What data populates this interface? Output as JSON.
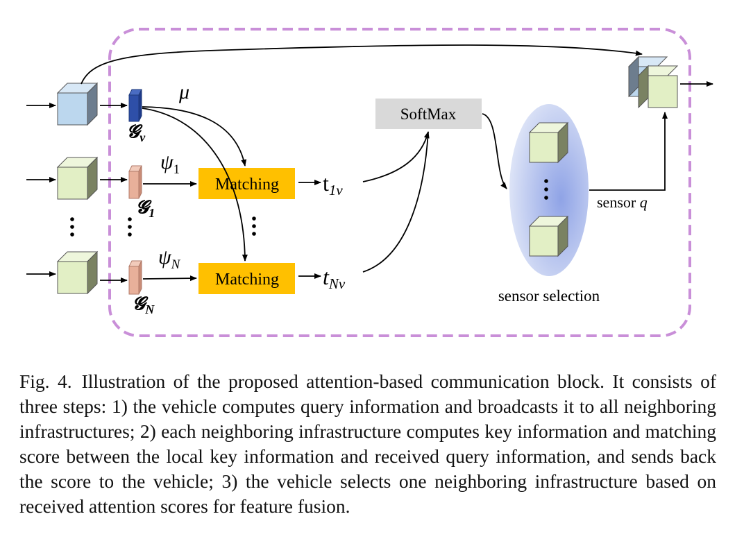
{
  "diagram": {
    "softmax_label": "SoftMax",
    "matching_top_label": "Matching",
    "matching_bottom_label": "Matching",
    "mu_label": "μ",
    "psi1_label": "ψ",
    "psi1_sub": "1",
    "psiN_label": "ψ",
    "psiN_sub": "N",
    "g_v_label": "𝓖",
    "g_v_sub": "v",
    "g_1_label": "𝓖",
    "g_1_sub": "1",
    "g_N_label": "𝓖",
    "g_N_sub": "N",
    "t1_label": "t",
    "t1_sub": "1v",
    "tN_label": "t",
    "tN_sub": "Nv",
    "sensor_q_label": "sensor ",
    "sensor_q_var": "q",
    "sensor_selection_label": "sensor selection",
    "colors": {
      "dashed_border": "#c98fd8",
      "matching_fill": "#ffc000",
      "softmax_fill": "#d9d9d9",
      "vehicle_cube": "#bcd7ee",
      "infra_cube": "#e2efc5",
      "vehicle_feature": "#2e4fa8",
      "infra_feature": "#e8b09a"
    }
  },
  "caption": {
    "label": "Fig. 4.",
    "text": "Illustration of the proposed attention-based communication block. It consists of three steps: 1) the vehicle computes query information and broadcasts it to all neighboring infrastructures; 2) each neighboring infrastructure computes key information and matching score between the local key information and received query information, and sends back the score to the vehicle; 3) the vehicle selects one neighboring infrastructure based on received attention scores for feature fusion."
  }
}
